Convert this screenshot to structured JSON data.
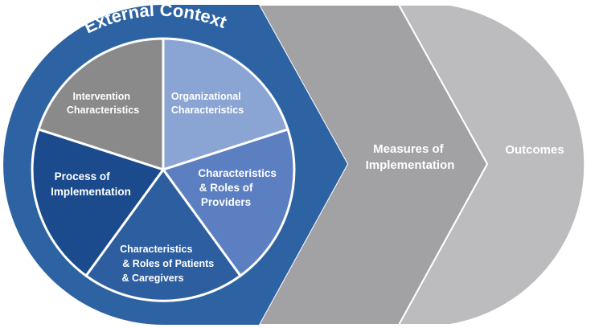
{
  "context": {
    "label": "External Context",
    "color": "#2e63a3"
  },
  "slices": [
    {
      "id": "intervention",
      "lines": [
        "Intervention",
        "Characteristics"
      ],
      "color": "#8a8a8a"
    },
    {
      "id": "organizational",
      "lines": [
        "Organizational",
        "Characteristics"
      ],
      "color": "#8aa4d4"
    },
    {
      "id": "providers",
      "lines": [
        "Characteristics",
        "& Roles of",
        "Providers"
      ],
      "color": "#5c7fc2"
    },
    {
      "id": "patients",
      "lines": [
        "Characteristics",
        "& Roles of Patients",
        "& Caregivers"
      ],
      "color": "#2c5ea0"
    },
    {
      "id": "process",
      "lines": [
        "Process of",
        "Implementation"
      ],
      "color": "#1b4b8c"
    }
  ],
  "stages": [
    {
      "id": "measures",
      "lines": [
        "Measures of",
        "Implementation"
      ],
      "color": "#a2a2a4"
    },
    {
      "id": "outcomes",
      "lines": [
        "Outcomes"
      ],
      "color": "#bcbcbe"
    }
  ]
}
